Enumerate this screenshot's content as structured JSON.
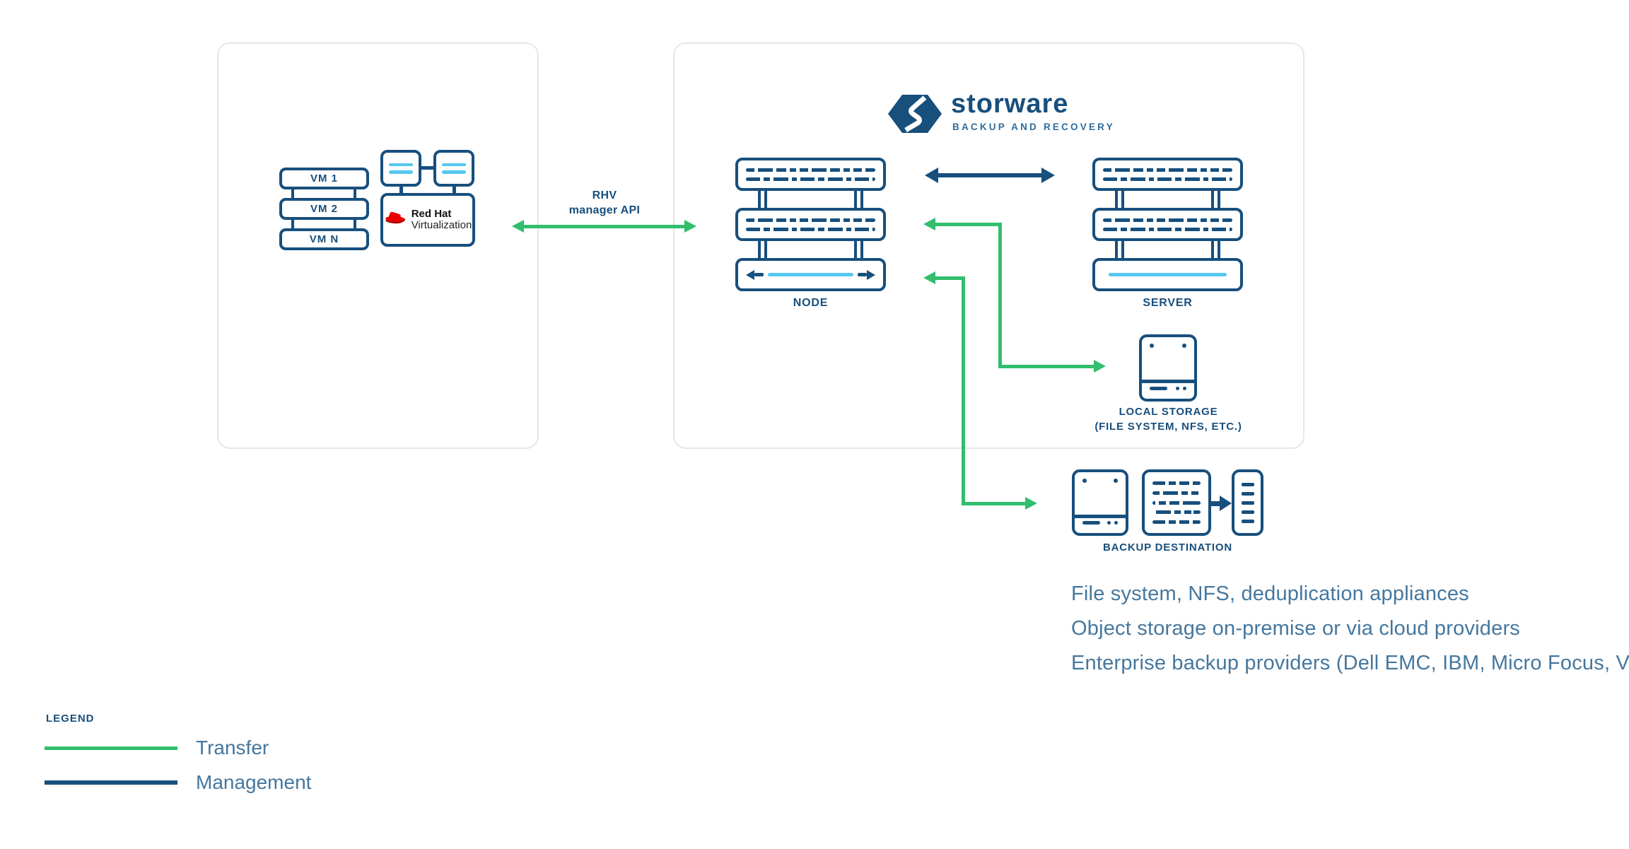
{
  "colors": {
    "navy": "#174F7D",
    "cyan": "#55C7F0",
    "green": "#31BE6D",
    "note_text": "#45779E",
    "panel_border": "#E7E7E7",
    "redhat_red": "#EE0000"
  },
  "left_panel": {
    "vms": [
      "VM 1",
      "VM 2",
      "VM N"
    ],
    "redhat": {
      "line1": "Red Hat",
      "line2": "Virtualization"
    }
  },
  "api_link": {
    "line1": "RHV",
    "line2": "manager API"
  },
  "storware": {
    "wordmark": "storware",
    "tagline": "BACKUP AND RECOVERY"
  },
  "node": {
    "label": "NODE"
  },
  "server": {
    "label": "SERVER"
  },
  "local_storage": {
    "line1": "LOCAL STORAGE",
    "line2": "(FILE SYSTEM, NFS, ETC.)"
  },
  "backup_destination": {
    "label": "BACKUP DESTINATION"
  },
  "notes": [
    "File system, NFS, deduplication appliances",
    "Object storage on-premise or via cloud providers",
    "Enterprise backup providers (Dell EMC, IBM, Micro Focus, Veritas)"
  ],
  "legend": {
    "title": "LEGEND",
    "items": [
      {
        "label": "Transfer",
        "color": "#31BE6D"
      },
      {
        "label": "Management",
        "color": "#174F7D"
      }
    ]
  }
}
